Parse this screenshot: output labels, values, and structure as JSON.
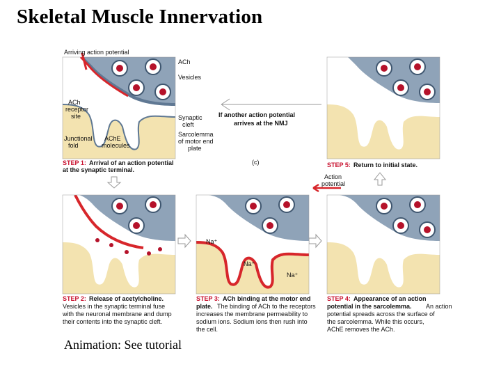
{
  "title": "Skeletal Muscle Innervation",
  "footer": "Animation: See tutorial",
  "colors": {
    "terminal": "#8fa3b8",
    "terminal_dark": "#5f7893",
    "muscle": "#f3e3b0",
    "membrane_red": "#d7262b",
    "ach_dot": "#b5122a",
    "step_red": "#c8102e",
    "sodium_yellow": "#f2c431"
  },
  "panel1": {
    "labels": {
      "arriving": "Arriving action potential",
      "ach": "ACh",
      "vesicles": "Vesicles",
      "ach_receptor_1": "ACh",
      "ach_receptor_2": "receptor",
      "ach_receptor_3": "site",
      "synaptic_1": "Synaptic",
      "synaptic_2": "cleft",
      "junctional_1": "Junctional",
      "junctional_2": "fold",
      "ache_1": "AChE",
      "ache_2": "molecules",
      "sarcolemma_1": "Sarcolemma",
      "sarcolemma_2": "of motor end",
      "sarcolemma_3": "plate"
    },
    "step_label": "STEP 1:",
    "step_text_1": "Arrival of an action potential",
    "step_text_2": "at the synaptic terminal."
  },
  "center": {
    "arrow_text_1": "If another action potential",
    "arrow_text_2": "arrives at the NMJ",
    "fig_label": "(c)"
  },
  "panel5": {
    "step_label": "STEP 5:",
    "step_text": "Return to initial state.",
    "action_1": "Action",
    "action_2": "potential"
  },
  "panel2": {
    "step_label": "STEP 2:",
    "step_text": "Release of acetylcholine.",
    "cap": [
      "Vesicles in the synaptic terminal fuse",
      "with the neuronal membrane and dump",
      "their contents into the synaptic cleft."
    ]
  },
  "panel3": {
    "na1": "Na⁺",
    "na2": "Na⁺",
    "na3": "Na⁺",
    "step_label": "STEP 3:",
    "step_text_1": "ACh binding at the motor end",
    "step_text_2": "plate.",
    "cap_2_rest": "The binding of ACh to the receptors",
    "cap": [
      "increases the membrane permeability to",
      "sodium ions. Sodium ions then rush into",
      "the cell."
    ]
  },
  "panel4": {
    "step_label": "STEP 4:",
    "step_text_1": "Appearance of an action",
    "step_text_2": "potential in the sarcolemma.",
    "cap_2_rest": "An action",
    "cap": [
      "potential spreads across the surface of",
      "the sarcolemma. While this occurs,",
      "AChE removes the ACh."
    ]
  }
}
